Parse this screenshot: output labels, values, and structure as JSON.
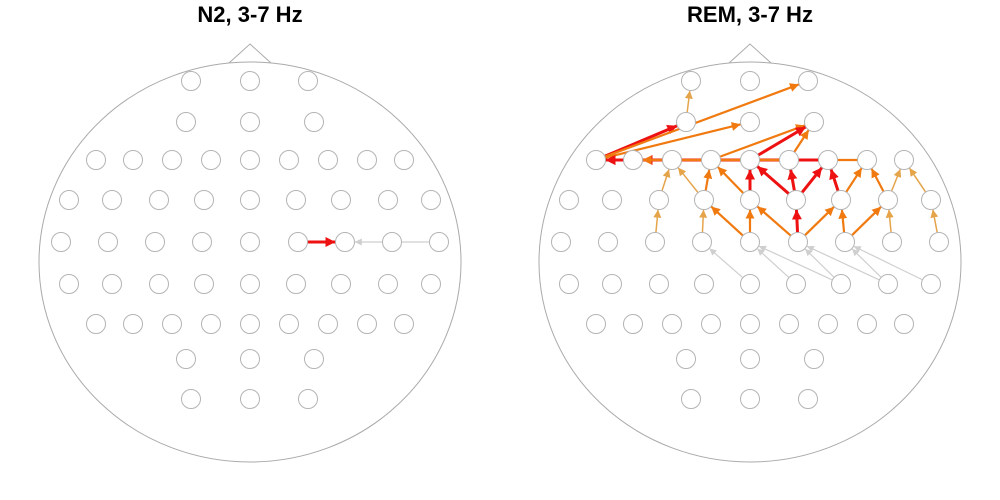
{
  "panels": [
    {
      "title": "N2, 3-7 Hz",
      "arrows": [
        {
          "from": "L30",
          "to": "L31",
          "strength": "strong"
        },
        {
          "from": "L33",
          "to": "L31",
          "strength": "faint"
        }
      ]
    },
    {
      "title": "REM, 3-7 Hz",
      "arrows": [
        {
          "from": "R4",
          "to": "R1",
          "strength": "weak"
        },
        {
          "from": "R7",
          "to": "R4",
          "strength": "strong"
        },
        {
          "from": "R7",
          "to": "R3",
          "strength": "medium"
        },
        {
          "from": "R7",
          "to": "R5",
          "strength": "medium"
        },
        {
          "from": "R12",
          "to": "R7",
          "strength": "strong"
        },
        {
          "from": "R11",
          "to": "R7",
          "strength": "strong"
        },
        {
          "from": "R13",
          "to": "R7",
          "strength": "strong"
        },
        {
          "from": "R10",
          "to": "R6",
          "strength": "medium"
        },
        {
          "from": "R14",
          "to": "R8",
          "strength": "medium"
        },
        {
          "from": "R11",
          "to": "R6",
          "strength": "strong"
        },
        {
          "from": "R13",
          "to": "R8",
          "strength": "strong"
        },
        {
          "from": "R12",
          "to": "R6",
          "strength": "medium"
        },
        {
          "from": "R12",
          "to": "R8",
          "strength": "medium"
        },
        {
          "from": "R19",
          "to": "R10",
          "strength": "medium"
        },
        {
          "from": "R20",
          "to": "R11",
          "strength": "strong"
        },
        {
          "from": "R21",
          "to": "R12",
          "strength": "strong"
        },
        {
          "from": "R22",
          "to": "R13",
          "strength": "strong"
        },
        {
          "from": "R23",
          "to": "R14",
          "strength": "medium"
        },
        {
          "from": "R20",
          "to": "R10",
          "strength": "medium"
        },
        {
          "from": "R22",
          "to": "R14",
          "strength": "medium"
        },
        {
          "from": "R21",
          "to": "R11",
          "strength": "strong"
        },
        {
          "from": "R21",
          "to": "R13",
          "strength": "strong"
        },
        {
          "from": "R18",
          "to": "R9",
          "strength": "weak"
        },
        {
          "from": "R24",
          "to": "R15",
          "strength": "weak"
        },
        {
          "from": "R19",
          "to": "R9",
          "strength": "weak"
        },
        {
          "from": "R23",
          "to": "R15",
          "strength": "weak"
        },
        {
          "from": "R28",
          "to": "R19",
          "strength": "weak"
        },
        {
          "from": "R29",
          "to": "R20",
          "strength": "medium"
        },
        {
          "from": "R30",
          "to": "R21",
          "strength": "strong"
        },
        {
          "from": "R31",
          "to": "R22",
          "strength": "medium"
        },
        {
          "from": "R32",
          "to": "R23",
          "strength": "weak"
        },
        {
          "from": "R30",
          "to": "R20",
          "strength": "medium"
        },
        {
          "from": "R30",
          "to": "R22",
          "strength": "medium"
        },
        {
          "from": "R27",
          "to": "R18",
          "strength": "weak"
        },
        {
          "from": "R33",
          "to": "R24",
          "strength": "weak"
        },
        {
          "from": "R29",
          "to": "R19",
          "strength": "medium"
        },
        {
          "from": "R31",
          "to": "R23",
          "strength": "medium"
        },
        {
          "from": "R39",
          "to": "R29",
          "strength": "faint"
        },
        {
          "from": "R40",
          "to": "R29",
          "strength": "faint"
        },
        {
          "from": "R40",
          "to": "R30",
          "strength": "faint"
        },
        {
          "from": "R41",
          "to": "R30",
          "strength": "faint"
        },
        {
          "from": "R41",
          "to": "R31",
          "strength": "faint"
        },
        {
          "from": "R42",
          "to": "R31",
          "strength": "faint"
        },
        {
          "from": "R38",
          "to": "R28",
          "strength": "faint"
        }
      ]
    }
  ],
  "colors": {
    "head_outline": "#aaaaaa",
    "electrode_stroke": "#b4b4b4",
    "electrode_fill": "#ffffff",
    "strong": "#ee1111",
    "medium": "#f07a10",
    "weak": "#e5a44a",
    "faint": "#cfcfcf"
  }
}
